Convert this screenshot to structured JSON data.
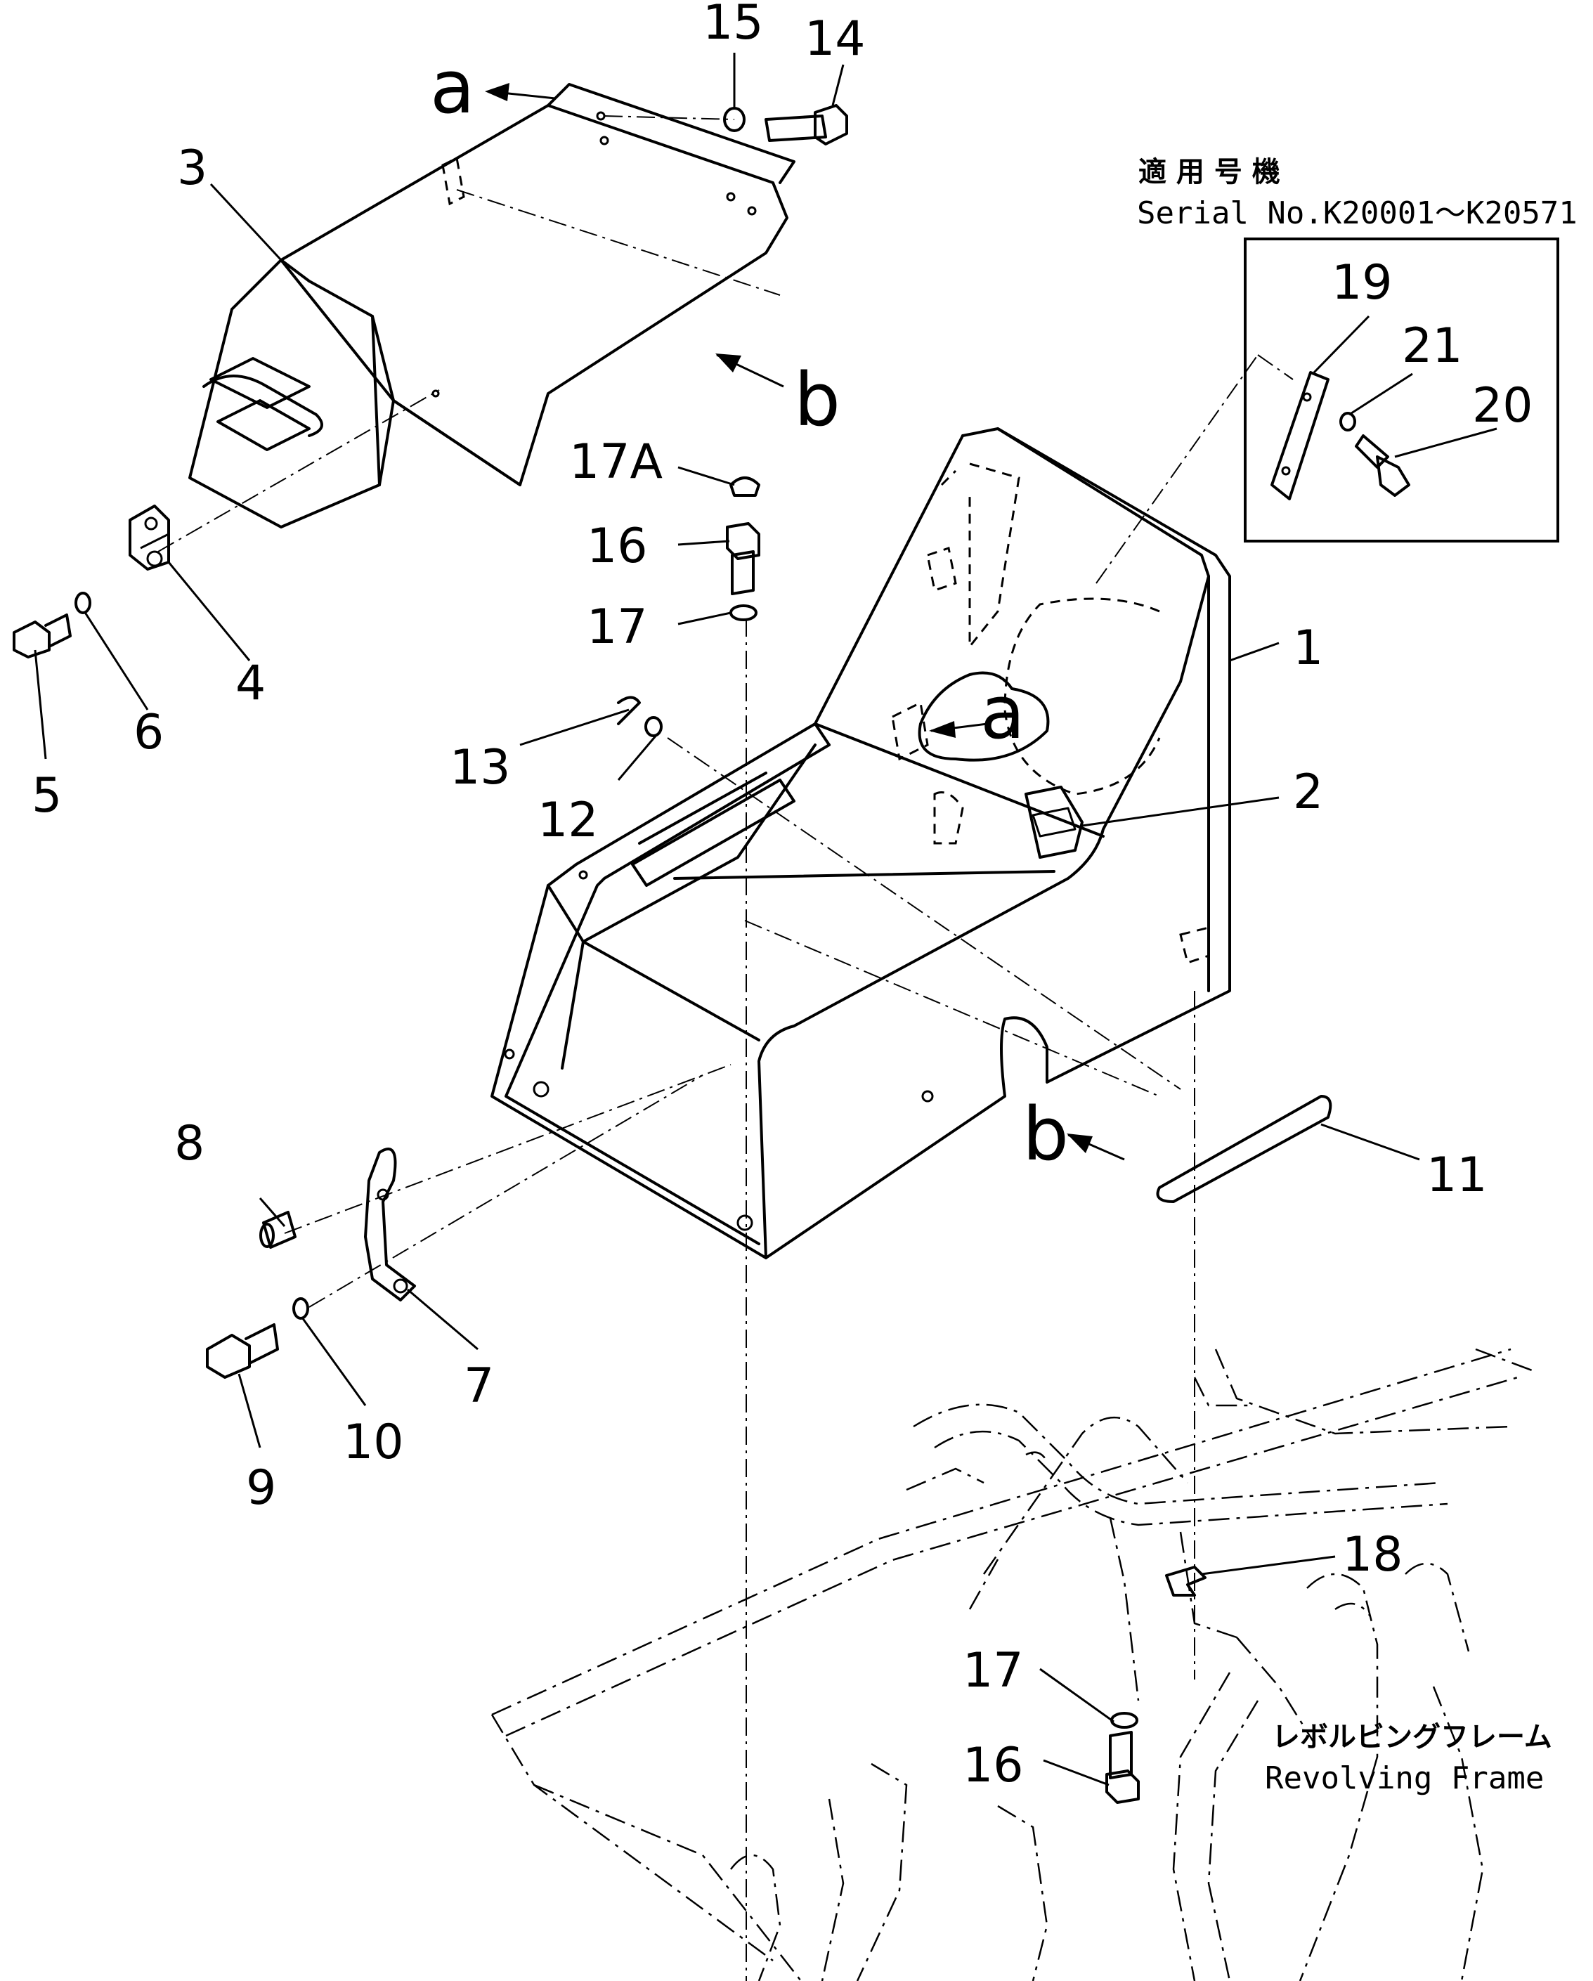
{
  "callouts": {
    "p1": "1",
    "p2": "2",
    "p3": "3",
    "p4": "4",
    "p5": "5",
    "p6": "6",
    "p7": "7",
    "p8": "8",
    "p9": "9",
    "p10": "10",
    "p11": "11",
    "p12": "12",
    "p13": "13",
    "p14": "14",
    "p15": "15",
    "p16_top": "16",
    "p16_bottom": "16",
    "p17_top": "17",
    "p17_bottom": "17",
    "p17a": "17A",
    "p18": "18",
    "p19": "19",
    "p20": "20",
    "p21": "21"
  },
  "view_markers": {
    "a_top": "a",
    "b_top": "b",
    "a_seat": "a",
    "b_rail": "b"
  },
  "serial_note": {
    "jp": "適 用 号 機",
    "en": "Serial No.K20001～K20571"
  },
  "frame_label": {
    "jp": "レボルビングフレーム",
    "en": "Revolving Frame"
  }
}
